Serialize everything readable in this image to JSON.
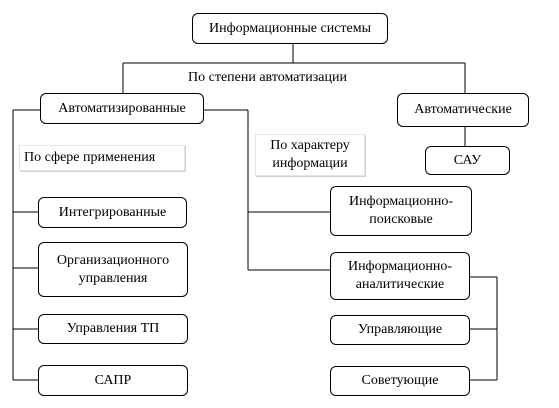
{
  "nodes": {
    "root": "Информационные системы",
    "automated": "Автоматизированные",
    "automatic": "Автоматические",
    "sau": "САУ",
    "integrated": "Интегрированные",
    "org_management": "Организационного управления",
    "tp_management": "Управления ТП",
    "sapr": "САПР",
    "info_search": "Информационно-поисковые",
    "info_analytic": "Информационно-аналитические",
    "controlling": "Управляющие",
    "advising": "Советующие"
  },
  "labels": {
    "by_automation": "По степени автоматизации",
    "by_application": "По сфере применения",
    "by_information": "По характеру информации"
  }
}
